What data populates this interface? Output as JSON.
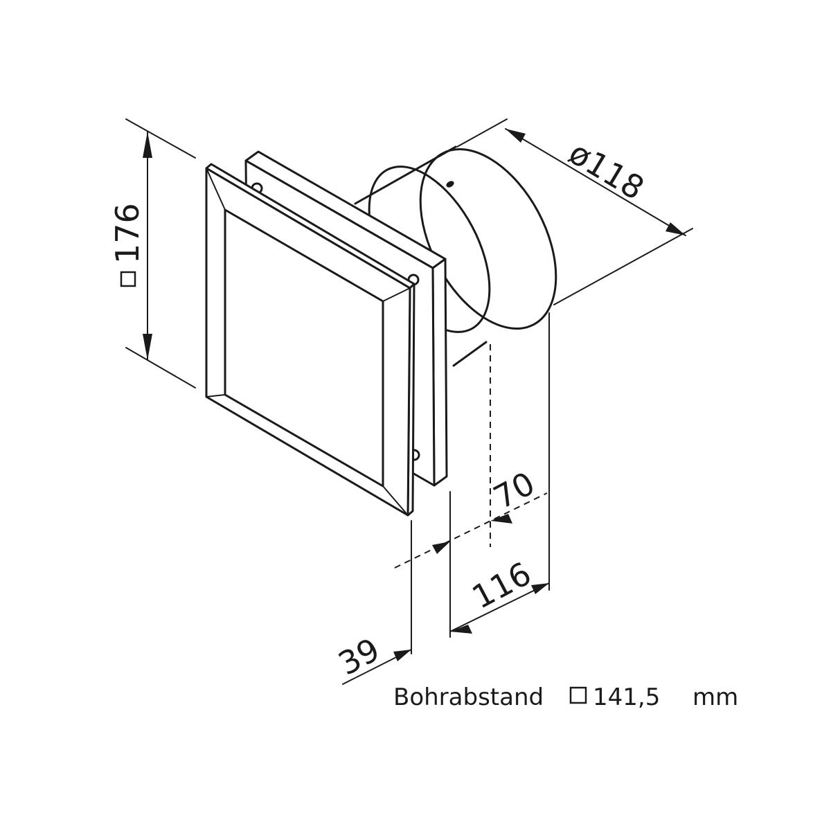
{
  "dimensions": {
    "height": {
      "symbol": "square",
      "text": "176"
    },
    "diameter": {
      "text": "ø118"
    },
    "spigot": {
      "text": "70"
    },
    "total_depth": {
      "text": "116"
    },
    "plate_depth": {
      "text": "39"
    }
  },
  "caption": {
    "label": "Bohrabstand",
    "symbol": "square",
    "value": "141,5",
    "unit": "mm"
  }
}
